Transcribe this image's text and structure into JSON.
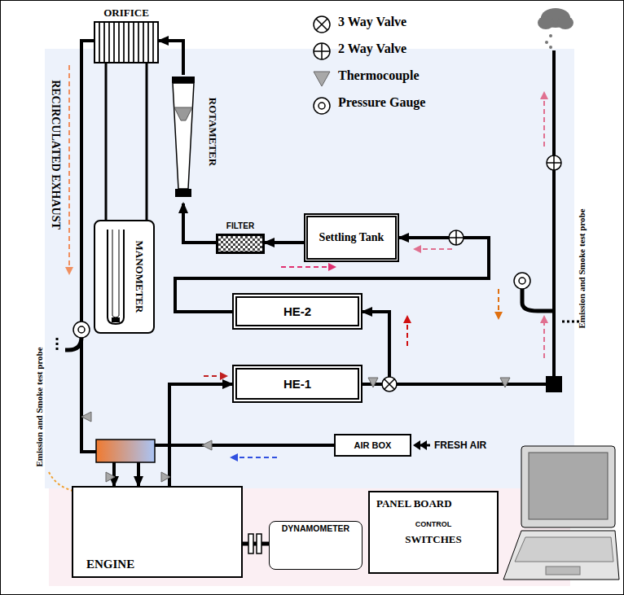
{
  "diagram": {
    "nodes": [
      {
        "text": [
          "ORIFICE"
        ]
      },
      {
        "text": [
          "ROTAMETER"
        ]
      },
      {
        "text": [
          "MANOMETER"
        ]
      },
      {
        "text": [
          "FILTER"
        ]
      },
      {
        "text": [
          "Settling Tank"
        ]
      },
      {
        "text": [
          "HE-2"
        ]
      },
      {
        "text": [
          "HE-1"
        ]
      },
      {
        "text": [
          "AIR BOX"
        ]
      },
      {
        "text": [
          "ENGINE"
        ]
      },
      {
        "text": [
          "DYNAMOMETER"
        ]
      },
      {
        "text": [
          "PANEL BOARD",
          "CONTROL",
          "SWITCHES"
        ]
      }
    ],
    "edges": [
      {
        "from": 8,
        "to": 6,
        "arrow": "to"
      },
      {
        "from": 6,
        "to": 5,
        "arrow": "to"
      },
      {
        "from": 5,
        "to": 4,
        "arrow": "to"
      },
      {
        "from": 4,
        "to": 3,
        "arrow": "to"
      },
      {
        "from": 3,
        "to": 1,
        "arrow": "to"
      },
      {
        "from": 1,
        "to": 0,
        "arrow": "to"
      },
      {
        "from": 0,
        "to": 8,
        "arrow": "to"
      },
      {
        "from": 7,
        "to": 8,
        "arrow": "to"
      },
      {
        "from": 0,
        "to": 2,
        "arrow": "none"
      },
      {
        "from": 8,
        "to": 9,
        "arrow": "none"
      }
    ],
    "labels": [
      "RECIRCULATED EXHAUST",
      "FRESH AIR",
      "Emission and Smoke test probe",
      "Emission and Smoke test probe"
    ],
    "legend": [
      {
        "text": "3 Way Valve"
      },
      {
        "text": "2 Way Valve"
      },
      {
        "text": "Thermocouple"
      },
      {
        "text": "Pressure Gauge"
      }
    ]
  }
}
